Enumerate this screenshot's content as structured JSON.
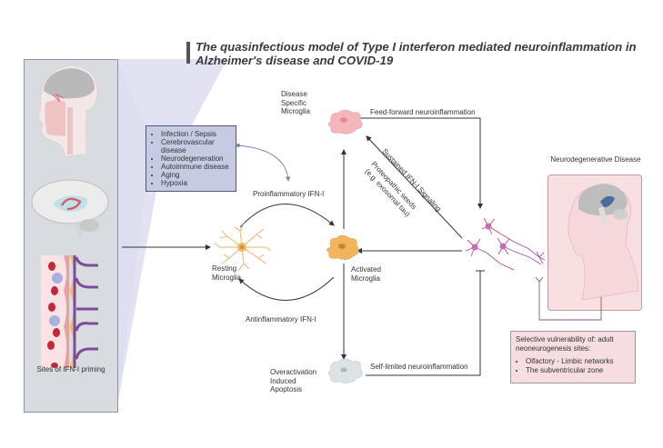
{
  "title": {
    "line1": "The quasinfectious model of Type I interferon mediated neuroinflammation in",
    "line2": "Alzheimer's disease and COVID-19"
  },
  "left_panel": {
    "caption": "Sites of IFN-I priming",
    "illustrations": [
      "head-sagittal-nasal-icon",
      "brain-limbic-icon",
      "blood-brain-barrier-icon"
    ]
  },
  "causes": {
    "items": [
      "Infection / Sepsis",
      "Cerebrovascular disease",
      "Neurodegeneration",
      "Autoimmune disease",
      "Aging",
      "Hypoxia"
    ]
  },
  "cells": {
    "resting": "Resting Microglia",
    "activated": "Activated Microglia",
    "disease_specific": "Disease Specific Microglia",
    "apoptosis": "Overactivation Induced Apoptosis"
  },
  "arrows": {
    "proinflammatory": "Proinflammatory IFN-I",
    "antiinflammatory": "Antinflammatory IFN-I",
    "feed_forward": "Feed-forward neuroinflammation",
    "self_limited": "Self-limited neuroinflammation",
    "sustained": "Sustained IFN-I Signaling",
    "proteopathic": "Proteopathic seeds",
    "exosomal": "(e.g. exosomal tau)"
  },
  "neuro_disease": {
    "label": "Neurodegenerative Disease"
  },
  "vulnerability": {
    "heading": "Selective vulnerability of: adult neoneurogenesis sites:",
    "items": [
      "Olfactory - Limbic networks",
      "The subventricular zone"
    ]
  },
  "colors": {
    "panel_gray": "#d8dbe0",
    "cause_box": "#c6cbe3",
    "projection": "#d9d8ee",
    "resting_microglia": "#f0b25c",
    "activated_microglia": "#f2b45e",
    "disease_microglia": "#f4b6ba",
    "apoptotic_microglia": "#d9dee0",
    "neuron": "#b04f98",
    "pink_panel": "#f8e0e2"
  }
}
